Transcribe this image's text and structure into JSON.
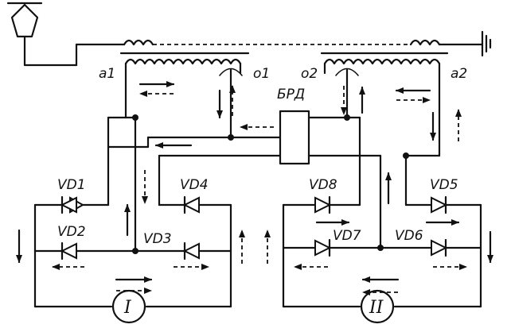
{
  "labels": {
    "a1": "a1",
    "o1": "o1",
    "o2": "o2",
    "a2": "a2",
    "brd": "БРД",
    "vd1": "VD1",
    "vd2": "VD2",
    "vd3": "VD3",
    "vd4": "VD4",
    "vd5": "VD5",
    "vd6": "VD6",
    "vd7": "VD7",
    "vd8": "VD8",
    "motor1": "I",
    "motor2": "II"
  },
  "icons": {
    "pantograph": "pentagon-pantograph-icon",
    "ground": "ground-icon",
    "diode": "diode-symbol",
    "motor": "dc-motor-symbol"
  },
  "colors": {
    "ink": "#111111",
    "background": "#ffffff"
  }
}
